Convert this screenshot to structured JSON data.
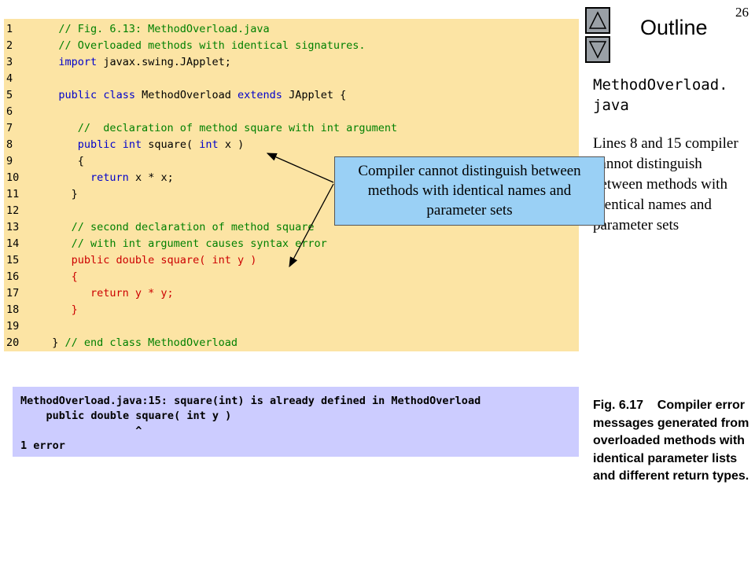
{
  "slide": {
    "number": "26",
    "outline_title": "Outline",
    "filename": "MethodOverload.\njava",
    "side_note": "Lines 8 and 15 compiler cannot distinguish between methods with identical names and parameter sets",
    "caption": "Fig. 6.17    Compiler error messages generated from overloaded methods with identical parameter lists and different return types.",
    "nav": {
      "up_icon": "triangle-up-icon",
      "down_icon": "triangle-down-icon"
    }
  },
  "code_lines": [
    {
      "num": "1",
      "text": "   // Fig. 6.13: MethodOverload.java",
      "style": "comment"
    },
    {
      "num": "2",
      "text": "   // Overloaded methods with identical signatures.",
      "style": "comment"
    },
    {
      "num": "3",
      "text": "   import javax.swing.JApplet;",
      "style": "import"
    },
    {
      "num": "4",
      "text": "",
      "style": "plain"
    },
    {
      "num": "5",
      "text": "   public class MethodOverload extends JApplet {",
      "style": "class"
    },
    {
      "num": "6",
      "text": "",
      "style": "plain"
    },
    {
      "num": "7",
      "text": "      //  declaration of method square with int argument",
      "style": "comment"
    },
    {
      "num": "8",
      "text": "      public int square( int x )",
      "style": "method"
    },
    {
      "num": "9",
      "text": "      {",
      "style": "plain"
    },
    {
      "num": "10",
      "text": "        return x * x;",
      "style": "plain"
    },
    {
      "num": "11",
      "text": "     }",
      "style": "plain"
    },
    {
      "num": "12",
      "text": "",
      "style": "plain"
    },
    {
      "num": "13",
      "text": "     // second declaration of method square",
      "style": "comment"
    },
    {
      "num": "14",
      "text": "     // with int argument causes syntax error",
      "style": "comment"
    },
    {
      "num": "15",
      "text": "     public double square( int y )",
      "style": "error"
    },
    {
      "num": "16",
      "text": "     {",
      "style": "error"
    },
    {
      "num": "17",
      "text": "        return y * y;",
      "style": "error"
    },
    {
      "num": "18",
      "text": "     }",
      "style": "error"
    },
    {
      "num": "19",
      "text": "",
      "style": "plain"
    },
    {
      "num": "20",
      "text": "  } // end class MethodOverload",
      "style": "closing"
    }
  ],
  "callout": {
    "text": "Compiler cannot distinguish between methods with identical names and parameter sets"
  },
  "compiler_output": [
    "MethodOverload.java:15: square(int) is already defined in MethodOverload",
    "    public double square( int y )",
    "                  ^",
    "1 error"
  ],
  "colors": {
    "code_background": "#fce4a4",
    "error_background": "#ccccff",
    "callout_background": "#9ad0f5",
    "comment": "#008000",
    "keyword": "#0000cc",
    "error_code": "#cc0000"
  }
}
